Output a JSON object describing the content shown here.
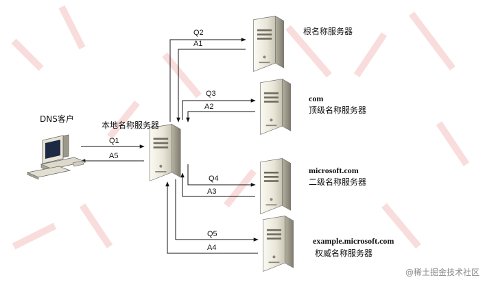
{
  "client": {
    "label": "DNS客户"
  },
  "local_server": {
    "label": "本地名称服务器"
  },
  "servers": [
    {
      "title": "",
      "subtitle": "根名称服务器"
    },
    {
      "title": "com",
      "subtitle": "顶级名称服务器"
    },
    {
      "title": "microsoft.com",
      "subtitle": "二级名称服务器"
    },
    {
      "title": "example.microsoft.com",
      "subtitle": "权威名称服务器"
    }
  ],
  "messages": {
    "q1": "Q1",
    "a5": "A5",
    "q2": "Q2",
    "a1": "A1",
    "q3": "Q3",
    "a2": "A2",
    "q4": "Q4",
    "a3": "A3",
    "q5": "Q5",
    "a4": "A4"
  },
  "watermark": "@稀土掘金技术社区",
  "colors": {
    "arrow": "#111111",
    "tower_light": "#f3f1e6",
    "tower_dark": "#9a9688",
    "watermark": "#d9443b"
  }
}
